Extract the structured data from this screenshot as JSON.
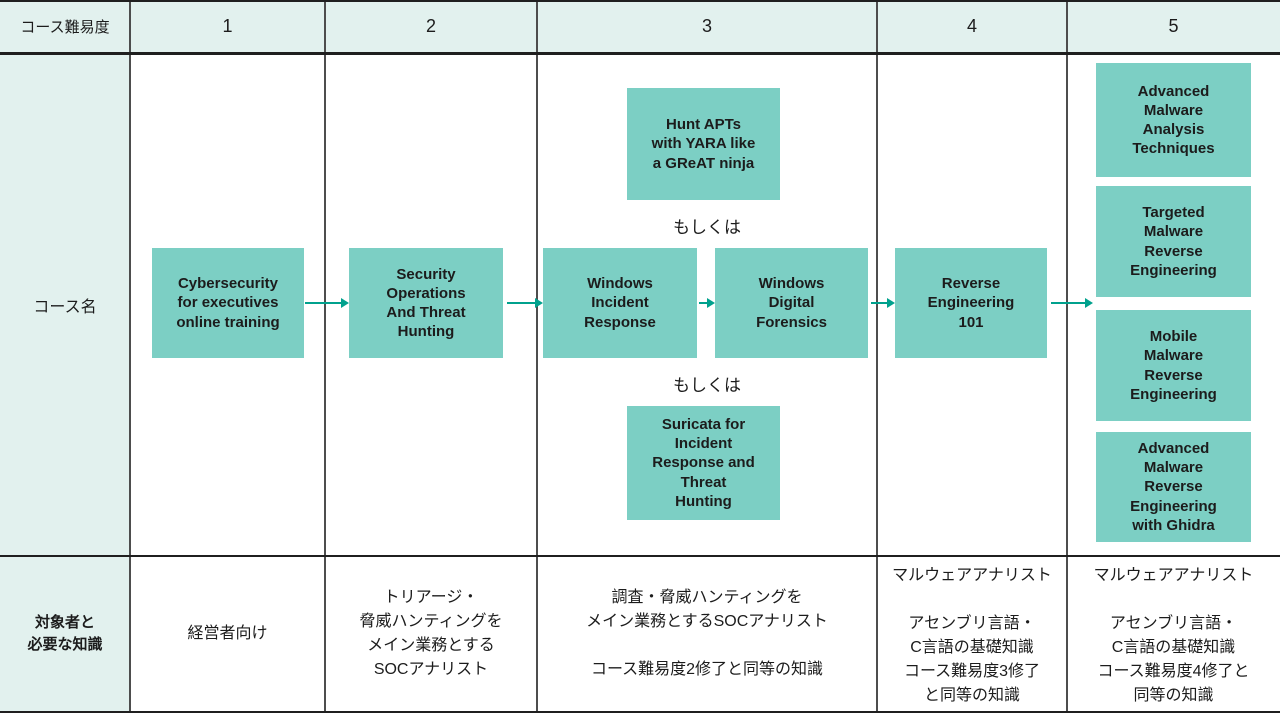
{
  "colors": {
    "box_fill": "#7CCFC4",
    "header_bg": "#E2F1EE",
    "arrow": "#00A18D",
    "grid_line": "#4D4D4D",
    "border_dark": "#1F1F1F",
    "text": "#1C1C1C"
  },
  "header": {
    "label": "コース難易度",
    "levels": [
      "1",
      "2",
      "3",
      "4",
      "5"
    ]
  },
  "row_labels": {
    "course": "コース名",
    "audience": "対象者と\n必要な知識"
  },
  "or_label": "もしくは",
  "courses": {
    "cybersecurity": "Cybersecurity\nfor executives\nonline training",
    "security_ops": "Security\nOperations\nAnd Threat\nHunting",
    "hunt_apts": "Hunt APTs\nwith YARA like\na GReAT ninja",
    "windows_ir": "Windows\nIncident\nResponse",
    "windows_df": "Windows\nDigital\nForensics",
    "suricata": "Suricata for\nIncident\nResponse and\nThreat\nHunting",
    "re101": "Reverse\nEngineering\n101",
    "adv_malware_analysis": "Advanced\nMalware\nAnalysis\nTechniques",
    "targeted_malware_re": "Targeted\nMalware\nReverse\nEngineering",
    "mobile_malware_re": "Mobile\nMalware\nReverse\nEngineering",
    "adv_malware_re_ghidra": "Advanced\nMalware\nReverse\nEngineering\nwith Ghidra"
  },
  "audience": {
    "level1": "経営者向け",
    "level2": "トリアージ・\n脅威ハンティングを\nメイン業務とする\nSOCアナリスト",
    "level3": "調査・脅威ハンティングを\nメイン業務とするSOCアナリスト\n\nコース難易度2修了と同等の知識",
    "level4": "マルウェアアナリスト\n\nアセンブリ言語・\nC言語の基礎知識\nコース難易度3修了\nと同等の知識",
    "level5": "マルウェアアナリスト\n\nアセンブリ言語・\nC言語の基礎知識\nコース難易度4修了と\n同等の知識"
  }
}
